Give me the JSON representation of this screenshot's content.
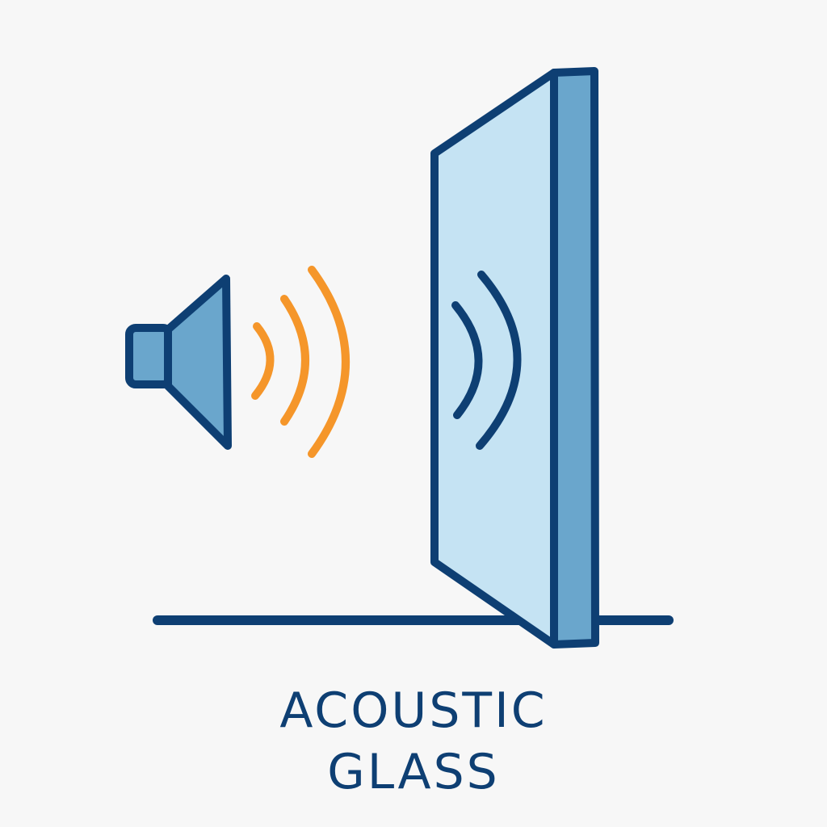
{
  "caption": {
    "line1": "ACOUSTIC",
    "line2": "GLASS"
  },
  "colors": {
    "background": "#f7f7f7",
    "outline": "#0e3f73",
    "speaker_fill": "#6aa6cc",
    "glass_face": "#c5e3f3",
    "glass_edge": "#6aa6cc",
    "sound_waves": "#f5962a",
    "caption_text": "#0e3f73"
  },
  "icons": {
    "speaker": "speaker-icon",
    "sound_waves": "sound-waves-icon",
    "glass_panel": "glass-panel-icon",
    "transmitted_waves": "transmitted-waves-icon",
    "floor": "floor-line"
  }
}
